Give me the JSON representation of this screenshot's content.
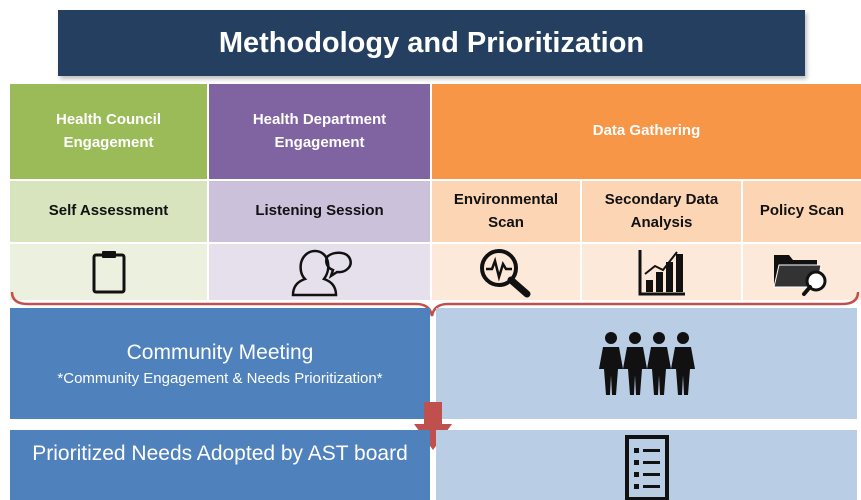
{
  "title": "Methodology and Prioritization",
  "headers": {
    "health_council": "Health Council Engagement",
    "health_department": "Health Department Engagement",
    "data_gathering": "Data Gathering"
  },
  "subheaders": {
    "self_assessment": "Self Assessment",
    "listening_session": "Listening Session",
    "environmental_scan": "Environmental Scan",
    "secondary_data_analysis": "Secondary Data Analysis",
    "policy_scan": "Policy Scan"
  },
  "icons": {
    "self_assessment": "clipboard-icon",
    "listening_session": "people-speech-icon",
    "environmental_scan": "magnifier-pulse-icon",
    "secondary_data_analysis": "bar-chart-icon",
    "policy_scan": "folder-search-icon",
    "community_meeting": "group-people-icon",
    "prioritized_needs": "checklist-icon"
  },
  "community_meeting": {
    "title": "Community Meeting",
    "subtitle": "*Community Engagement & Needs Prioritization*"
  },
  "prioritized_needs": {
    "text": "Prioritized Needs Adopted by AST board"
  },
  "colors": {
    "title_bg": "#243f60",
    "green": "#9bbb59",
    "purple": "#8064a2",
    "orange": "#f79646",
    "blue": "#4f81bd",
    "light_blue": "#b9cde5",
    "arrow": "#c0504d"
  }
}
